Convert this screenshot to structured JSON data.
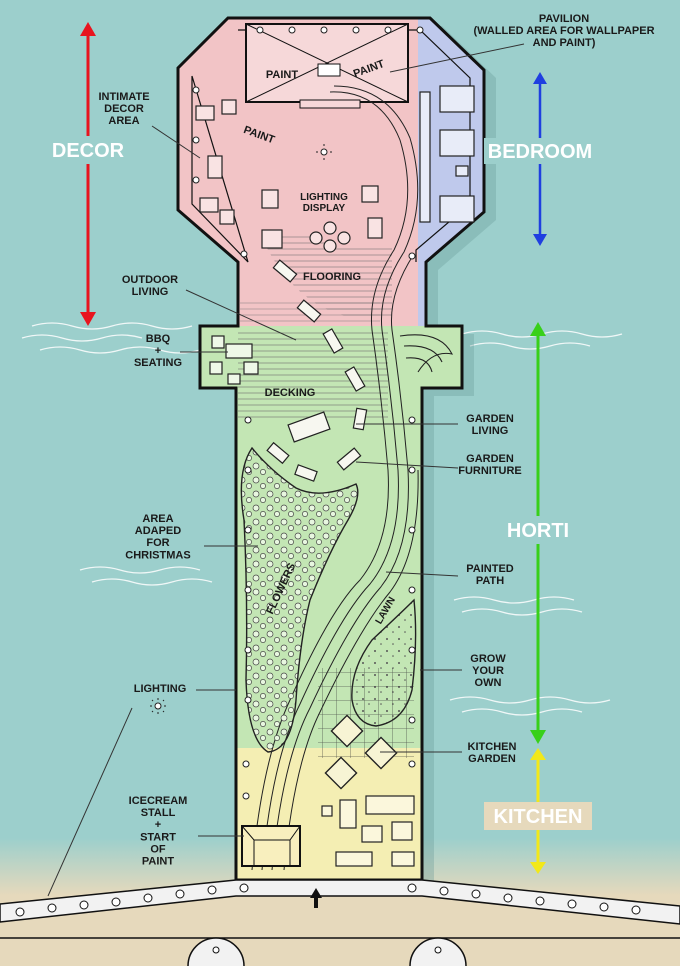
{
  "zones": {
    "decor": {
      "label": "DECOR",
      "color": "#e8141e"
    },
    "bedroom": {
      "label": "BEDROOM",
      "color": "#1f3fe0"
    },
    "horti": {
      "label": "HORTI",
      "color": "#38d01a"
    },
    "kitchen": {
      "label": "KITCHEN",
      "color": "#f2e81a"
    }
  },
  "fills": {
    "decor_area": "#f2c4c6",
    "bedroom_area": "#bfc9ec",
    "horti_area": "#c3e6b4",
    "kitchen_area": "#f4eeb3",
    "water": "#9ccfcc",
    "beach": "#e6d9bc"
  },
  "callouts": {
    "pavilion": "PAVILION\n(WALLED AREA FOR WALLPAPER\nAND PAINT)",
    "intimate_decor": "INTIMATE\nDECOR\nAREA",
    "outdoor_living": "OUTDOOR\nLIVING",
    "bbq": "BBQ\n+\nSEATING",
    "garden_living": "GARDEN\nLIVING",
    "garden_furniture": "GARDEN\nFURNITURE",
    "christmas": "AREA\nADAPED\nFOR\nCHRISTMAS",
    "painted_path": "PAINTED\nPATH",
    "grow_your_own": "GROW\nYOUR\nOWN",
    "lighting": "LIGHTING",
    "kitchen_garden": "KITCHEN\nGARDEN",
    "icecream": "ICECREAM\nSTALL\n+\nSTART\nOF\nPAINT"
  },
  "plan_labels": {
    "paint_1": "PAINT",
    "paint_2": "PAINT",
    "paint_3": "PAINT",
    "lighting_display": "LIGHTING\nDISPLAY",
    "flooring": "FLOORING",
    "decking": "DECKING",
    "flowers": "FLOWERS",
    "lawn": "LAWN"
  },
  "icons": {
    "lighting_symbol": "sun-lamp-icon",
    "entrance": "up-arrow-icon"
  }
}
